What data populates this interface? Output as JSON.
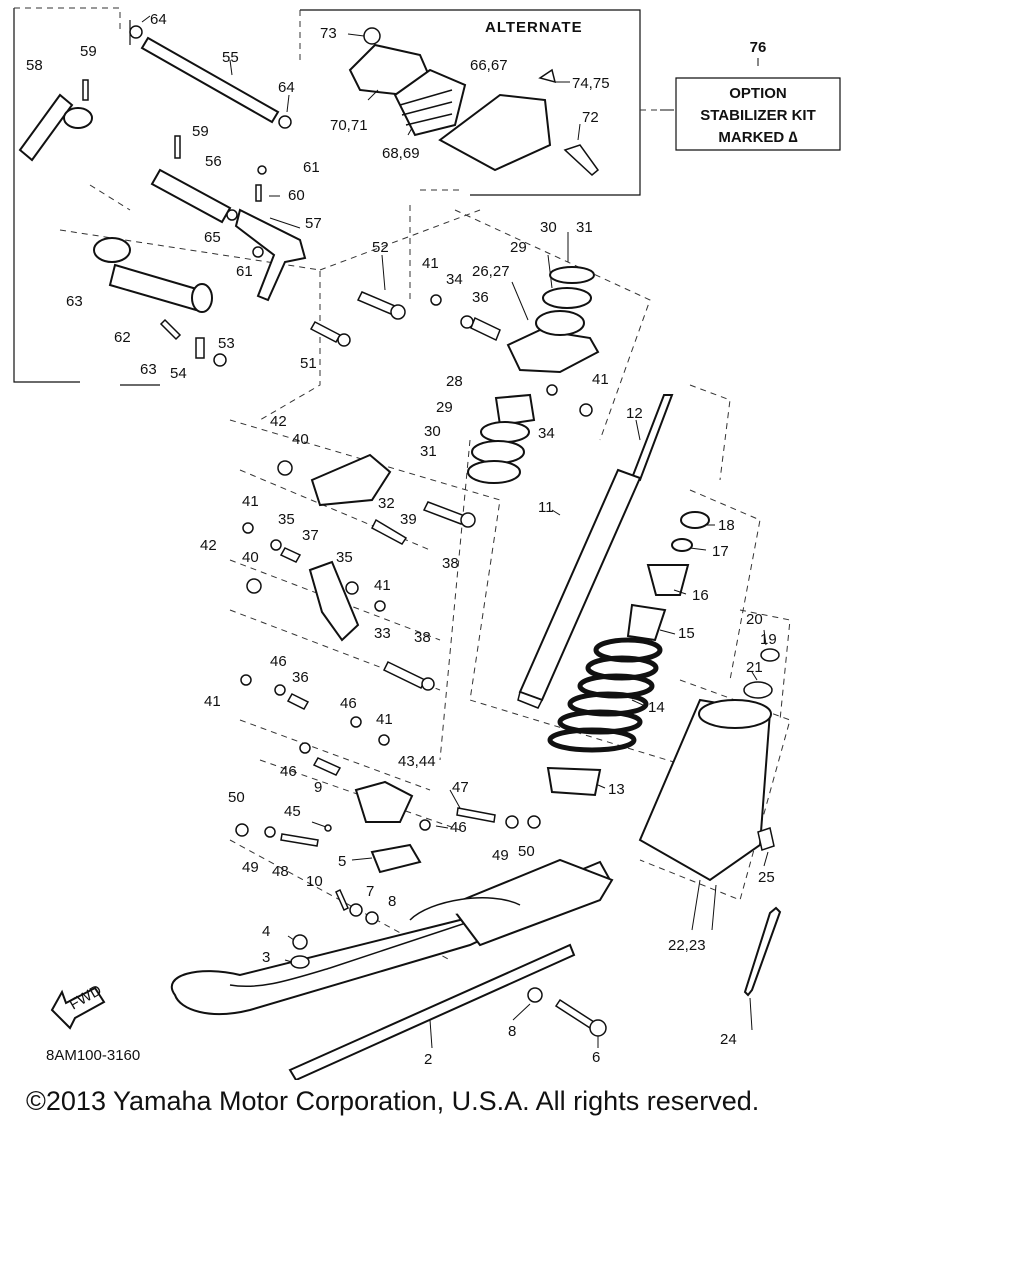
{
  "diagram": {
    "alternate_label": "ALTERNATE",
    "option_box": {
      "number": "76",
      "line1": "OPTION",
      "line2": "STABILIZER KIT",
      "line3": "MARKED ∆"
    },
    "fwd_label": "FWD",
    "drawing_code": "8AM100-3160",
    "callouts": {
      "c58": "58",
      "c59a": "59",
      "c64a": "64",
      "c55": "55",
      "c64b": "64",
      "c73": "73",
      "c6667": "66,67",
      "c7475": "74,75",
      "c7071": "70,71",
      "c6869": "68,69",
      "c72": "72",
      "c59b": "59",
      "c56": "56",
      "c61a": "61",
      "c60": "60",
      "c57": "57",
      "c65": "65",
      "c61b": "61",
      "c63a": "63",
      "c62": "62",
      "c53": "53",
      "c63b": "63",
      "c54": "54",
      "c51": "51",
      "c52": "52",
      "c41a": "41",
      "c34a": "34",
      "c36a": "36",
      "c2627": "26,27",
      "c29a": "29",
      "c30a": "30",
      "c31a": "31",
      "c41b": "41",
      "c34b": "34",
      "c28": "28",
      "c29b": "29",
      "c30b": "30",
      "c31b": "31",
      "c12": "12",
      "c11": "11",
      "c42a": "42",
      "c40a": "40",
      "c32": "32",
      "c39": "39",
      "c38a": "38",
      "c41c": "41",
      "c35a": "35",
      "c37": "37",
      "c42b": "42",
      "c40b": "40",
      "c35b": "35",
      "c41d": "41",
      "c33": "33",
      "c38b": "38",
      "c18": "18",
      "c17": "17",
      "c16": "16",
      "c15": "15",
      "c14": "14",
      "c13": "13",
      "c20": "20",
      "c19": "19",
      "c21": "21",
      "c41e": "41",
      "c46a": "46",
      "c36b": "36",
      "c46b": "46",
      "c41f": "41",
      "c46c": "46",
      "c9": "9",
      "c4344": "43,44",
      "c47": "47",
      "c46d": "46",
      "c45": "45",
      "c50a": "50",
      "c49a": "49",
      "c48": "48",
      "c49b": "49",
      "c50b": "50",
      "c5": "5",
      "c10": "10",
      "c7": "7",
      "c8a": "8",
      "c4": "4",
      "c3": "3",
      "c8b": "8",
      "c6": "6",
      "c2": "2",
      "c2223": "22,23",
      "c25": "25",
      "c24": "24"
    }
  },
  "footer": {
    "copyright": "©2013 Yamaha Motor Corporation, U.S.A. All rights reserved."
  }
}
